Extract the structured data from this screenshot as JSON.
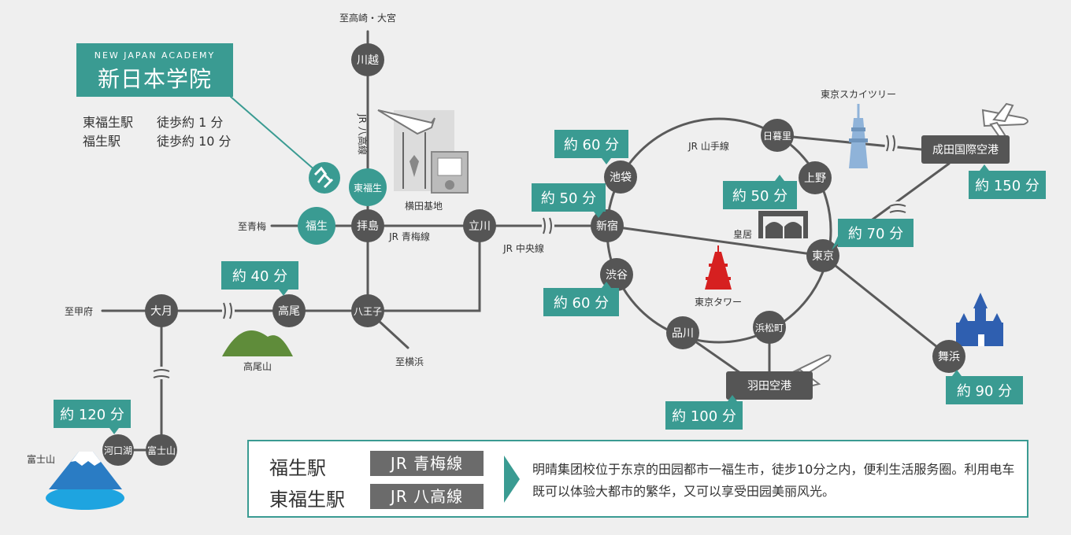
{
  "brand": {
    "en": "NEW JAPAN ACADEMY",
    "jp": "新日本学院"
  },
  "access": [
    {
      "station": "東福生駅",
      "walk": "徒歩約 1 分"
    },
    {
      "station": "福生駅",
      "walk": "徒歩約 10 分"
    }
  ],
  "stations": [
    {
      "id": "kawagoe",
      "label": "川越",
      "color": "gray"
    },
    {
      "id": "higashifussa",
      "label": "東福生",
      "color": "teal"
    },
    {
      "id": "fussa",
      "label": "福生",
      "color": "teal"
    },
    {
      "id": "haijima",
      "label": "拝島",
      "color": "gray"
    },
    {
      "id": "tachikawa",
      "label": "立川",
      "color": "gray"
    },
    {
      "id": "hachioji",
      "label": "八王子",
      "color": "gray"
    },
    {
      "id": "takao",
      "label": "高尾",
      "color": "gray"
    },
    {
      "id": "otsuki",
      "label": "大月",
      "color": "gray"
    },
    {
      "id": "kawaguchiko",
      "label": "河口湖",
      "color": "gray"
    },
    {
      "id": "fujisan",
      "label": "富士山",
      "color": "gray"
    },
    {
      "id": "shinjuku",
      "label": "新宿",
      "color": "gray"
    },
    {
      "id": "ikebukuro",
      "label": "池袋",
      "color": "gray"
    },
    {
      "id": "shibuya",
      "label": "渋谷",
      "color": "gray"
    },
    {
      "id": "nippori",
      "label": "日暮里",
      "color": "gray"
    },
    {
      "id": "ueno",
      "label": "上野",
      "color": "gray"
    },
    {
      "id": "tokyo",
      "label": "東京",
      "color": "gray"
    },
    {
      "id": "hamamatsucho",
      "label": "浜松町",
      "color": "gray"
    },
    {
      "id": "shinagawa",
      "label": "品川",
      "color": "gray"
    },
    {
      "id": "maihama",
      "label": "舞浜",
      "color": "gray"
    }
  ],
  "boxes": [
    {
      "id": "haneda",
      "label": "羽田空港"
    },
    {
      "id": "narita",
      "label": "成田国際空港"
    }
  ],
  "badges": [
    {
      "id": "ikebukuro",
      "label": "約 60 分"
    },
    {
      "id": "shinjuku",
      "label": "約 50 分"
    },
    {
      "id": "ueno",
      "label": "約 50 分"
    },
    {
      "id": "tokyo",
      "label": "約 70 分"
    },
    {
      "id": "narita",
      "label": "約 150 分"
    },
    {
      "id": "shibuya",
      "label": "約 60 分"
    },
    {
      "id": "maihama",
      "label": "約 90 分"
    },
    {
      "id": "haneda",
      "label": "約 100 分"
    },
    {
      "id": "takao",
      "label": "約 40 分"
    },
    {
      "id": "kawaguchiko",
      "label": "約 120 分"
    }
  ],
  "labels": {
    "to_takasaki": "至高崎・大宮",
    "to_ome": "至青梅",
    "to_kofu": "至甲府",
    "to_yokohama": "至横浜",
    "line_hachiko": "JR 八高線",
    "line_ome": "JR 青梅線",
    "line_chuo": "JR 中央線",
    "line_yamanote": "JR 山手線",
    "yokota": "横田基地",
    "takaosan": "高尾山",
    "fujisan_mt": "富士山",
    "skytree": "東京スカイツリー",
    "kokyo": "皇居",
    "tokyotower": "東京タワー"
  },
  "info": {
    "stations": [
      "福生駅",
      "東福生駅"
    ],
    "lines": [
      "JR 青梅線",
      "JR 八高線"
    ],
    "description": "明晴集团校位于东京的田园都市一福生市，徒步10分之内，便利生活服务圈。利用电车既可以体验大都市的繁华，又可以享受田园美丽风光。"
  },
  "colors": {
    "teal": "#3a9b92",
    "station": "#555555",
    "line": "#5a5a5a",
    "box": "#555555",
    "tower": "#d62020",
    "castle": "#2f5fb0",
    "mountain": "#5f8c3a",
    "skytree": "#8fb3d9"
  }
}
